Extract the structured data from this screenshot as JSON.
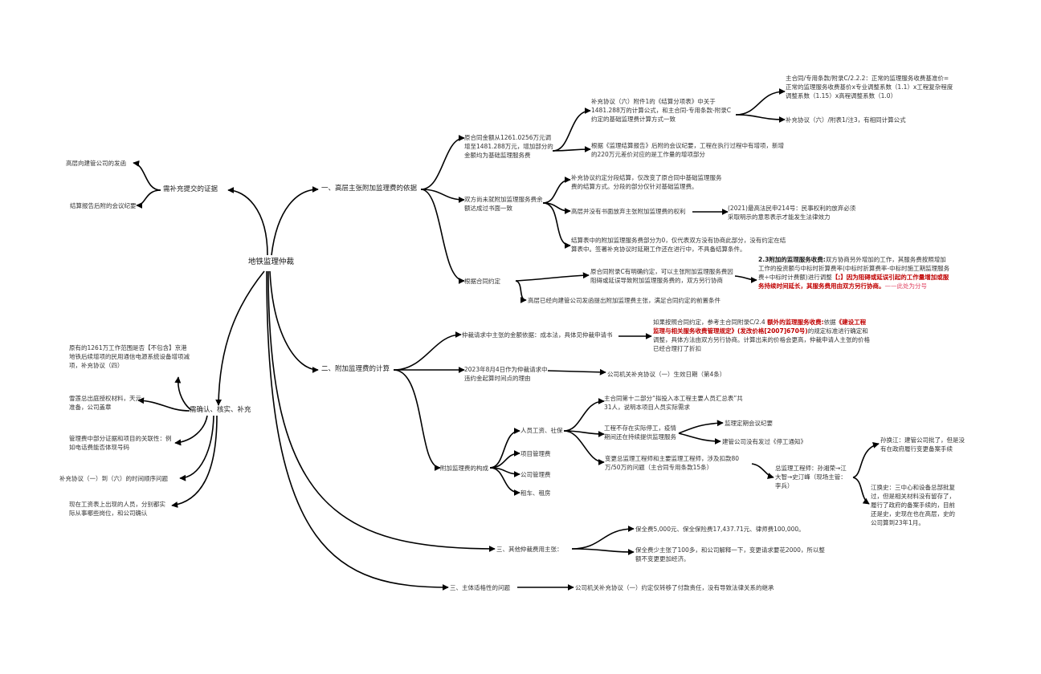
{
  "root": "地铁监理仲裁",
  "evidence": {
    "label": "需补充提交的证据",
    "items": [
      "高层向建管公司的发函",
      "结算报告后附的会议纪要"
    ]
  },
  "confirm": {
    "label": "需确认、核实、补充",
    "items": [
      "原有的1261万工作范围是否【不包含】京港地铁后续增项的民用通信电源系统设备增项减项，补充协议（四）",
      "雪莲总出庭授权材料，天元准备，公司盖章",
      "管理费中部分证据和项目的关联性：例如电话费能否体现号码",
      "补充协议（一）到（六）的时间顺序问题",
      "现在工资表上出现的人员，分别都实际从事哪些岗位，和公司确认"
    ]
  },
  "basis": {
    "label": "一、高层主张附加监理费的依据",
    "amount": {
      "label": "原合同金额从1261.0256万元调增至1481.288万元，增加部分的金额均为基础监理服务费",
      "formula": "补充协议（六）附件1的《结算分项表》中关于1481.288万的计算公式，和主合同-专用条款-附录C约定的基础监理费计算方式一致",
      "formula_ref1": "主合同/专用条款/附录C/2.2.2：正常的监理服务收费基准价=正常的监理服务收费基价x专业调整系数（1.1）x工程复杂程度调整系数（1.15）x高程调整系数（1.0）",
      "formula_ref2": "补充协议（六）/附表1/注3，有相同计算公式",
      "report": "根据《监理结算报告》后附的会议纪要，工程在执行过程中有增项，新增的220万元差价对应的是工作量的增项部分"
    },
    "not_agreed": {
      "label": "双方尚未就附加监理服务费余额达成过书面一致",
      "stage": "补充协议约定分段结算，仅改变了原合同中基础监理服务费的结算方式。分段的部分仅针对基础监理费。",
      "no_waiver": "高层并没有书面放弃主张附加监理费的权利",
      "case": "(2021)最高法民申214号：民事权利的放弃必须采取明示的意思表示才能发生法律效力",
      "settlement": "结算表中的附加监理服务费部分为0，仅代表双方没有协商此部分，没有约定在结算表中。签署补充协议时延期工作还在进行中，不具备结算条件。"
    },
    "contract": {
      "label": "根据合同约定",
      "appendix": "原合同附录C有明确约定，可以主张附加监理服务费因阻碍或延误导致附加监理服务费的，双方另行协商",
      "clause_bold": "2.3附加的监理服务收费:",
      "clause_text": "双方协商另外增加的工作，其服务费按照增加工作的投资额与中标时折算费率(中标时折算费率-中标时施工期监理服务费÷中标时计费额)进行调整",
      "clause_red": "【;】因为阻碍或延误引起的工作量增加或服务持续时间延长，其服务费用由双方另行协商。",
      "clause_note": "——此处为分号",
      "letter": "高层已经向建管公司发函提出附加监理费主张，满足合同约定的前置条件"
    }
  },
  "calc": {
    "label": "二、附加监理费的计算",
    "claim": {
      "label": "仲裁请求中主张的金额依据：成本法，具体见仲裁申请书",
      "t1": "如果按照合同约定，参考主合同附录C/2.4 ",
      "r1": "额外的监理服务收费:",
      "t2": "依据",
      "r2": "《建设工程监理与相关服务收费管理规定》(发改价格[2007]670号)",
      "t3": "的规定标准进行确定和调整，具体方法由双方另行协商。计算出来的价格会更高，仲裁申请人主张的价格已经合理打了折扣"
    },
    "date": {
      "label": "2023年8月4日作为仲裁请求中违约金起算时间点的理由",
      "ref": "公司机关补充协议（一）生效日期（第4条）"
    },
    "composition": {
      "label": "附加监理费的构成",
      "salary": {
        "label": "人员工资、社保",
        "staff": "主合同第十二部分“拟投入本工程主要人员汇总表”共31人，说明本项目人员实际需求",
        "no_stop": "工程不存在实际停工，疫情期间还在持续提供监理服务",
        "minutes": "监理定期会议纪要",
        "no_notice": "建管公司没有发过《停工通知》",
        "change": "变更总监理工程师和主要监理工程师，涉及扣款80万/50万的问题（主合同专用条款15条）",
        "chief": "总监理工程师：孙湘荣→江大智→史汀峰（现场主管：李兵）",
        "note1": "孙换江：建管公司批了，但是没有在政府履行变更备案手续",
        "note2": "江换史：三中心和设备总部批复过，但是相关材料没有留存了，履行了政府的备案手续的，目前还是史，史现在也在高层，史的公司算到23年1月。"
      },
      "items": [
        "项目管理费",
        "公司管理费",
        "租车、租房"
      ]
    }
  },
  "other": {
    "label": "三、其他仲裁费用主张：",
    "fees": "保全费5,000元、保全保险费17,437.71元、律师费100,000。",
    "note": "保全费少主张了100多，和公司解释一下，变更请求要花2000，所以整额不变更更加经济。"
  },
  "subject": {
    "label": "三、主体适格性的问题",
    "note": "公司机关补充协议（一）约定仅转移了付款责任，没有导致法律关系的继承"
  }
}
